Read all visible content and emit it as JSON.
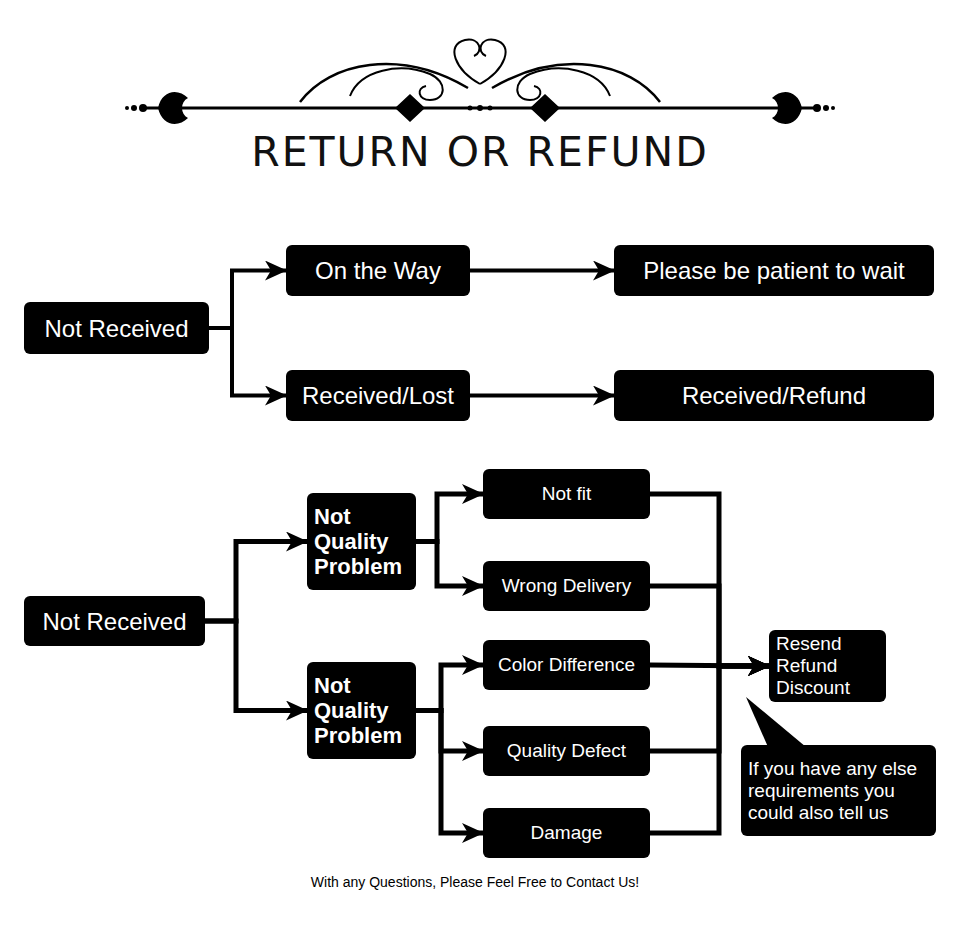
{
  "diagram": {
    "title": "RETURN OR REFUND",
    "nodes": [
      {
        "text": [
          "Not Received"
        ]
      },
      {
        "text": [
          "On the Way"
        ]
      },
      {
        "text": [
          "Please be patient to wait"
        ]
      },
      {
        "text": [
          "Received/Lost"
        ]
      },
      {
        "text": [
          "Received/Refund"
        ]
      },
      {
        "text": [
          "Not Received"
        ]
      },
      {
        "text": [
          "Not Quality Problem"
        ]
      },
      {
        "text": [
          "Not fit"
        ]
      },
      {
        "text": [
          "Wrong Delivery"
        ]
      },
      {
        "text": [
          "Not Quality Problem"
        ]
      },
      {
        "text": [
          "Color Difference"
        ]
      },
      {
        "text": [
          "Quality Defect"
        ]
      },
      {
        "text": [
          "Damage"
        ]
      },
      {
        "text": [
          "Resend Refund Discount"
        ]
      },
      {
        "text": [
          "If you have any else requirements you could also tell us"
        ]
      }
    ],
    "edges": [
      {
        "from": 0,
        "to": 1,
        "arrow": "to"
      },
      {
        "from": 0,
        "to": 3,
        "arrow": "to"
      },
      {
        "from": 1,
        "to": 2,
        "arrow": "to"
      },
      {
        "from": 3,
        "to": 4,
        "arrow": "to"
      },
      {
        "from": 5,
        "to": 6,
        "arrow": "to"
      },
      {
        "from": 5,
        "to": 9,
        "arrow": "to"
      },
      {
        "from": 6,
        "to": 7,
        "arrow": "to"
      },
      {
        "from": 6,
        "to": 8,
        "arrow": "to"
      },
      {
        "from": 9,
        "to": 10,
        "arrow": "to"
      },
      {
        "from": 9,
        "to": 11,
        "arrow": "to"
      },
      {
        "from": 9,
        "to": 12,
        "arrow": "to"
      },
      {
        "from": 7,
        "to": 13,
        "arrow": "to"
      },
      {
        "from": 8,
        "to": 13,
        "arrow": "to"
      },
      {
        "from": 10,
        "to": 13,
        "arrow": "to"
      },
      {
        "from": 11,
        "to": 13,
        "arrow": "to"
      },
      {
        "from": 12,
        "to": 13,
        "arrow": "to"
      }
    ],
    "labels": [
      "With any Questions, Please Feel Free to Contact Us!"
    ]
  }
}
